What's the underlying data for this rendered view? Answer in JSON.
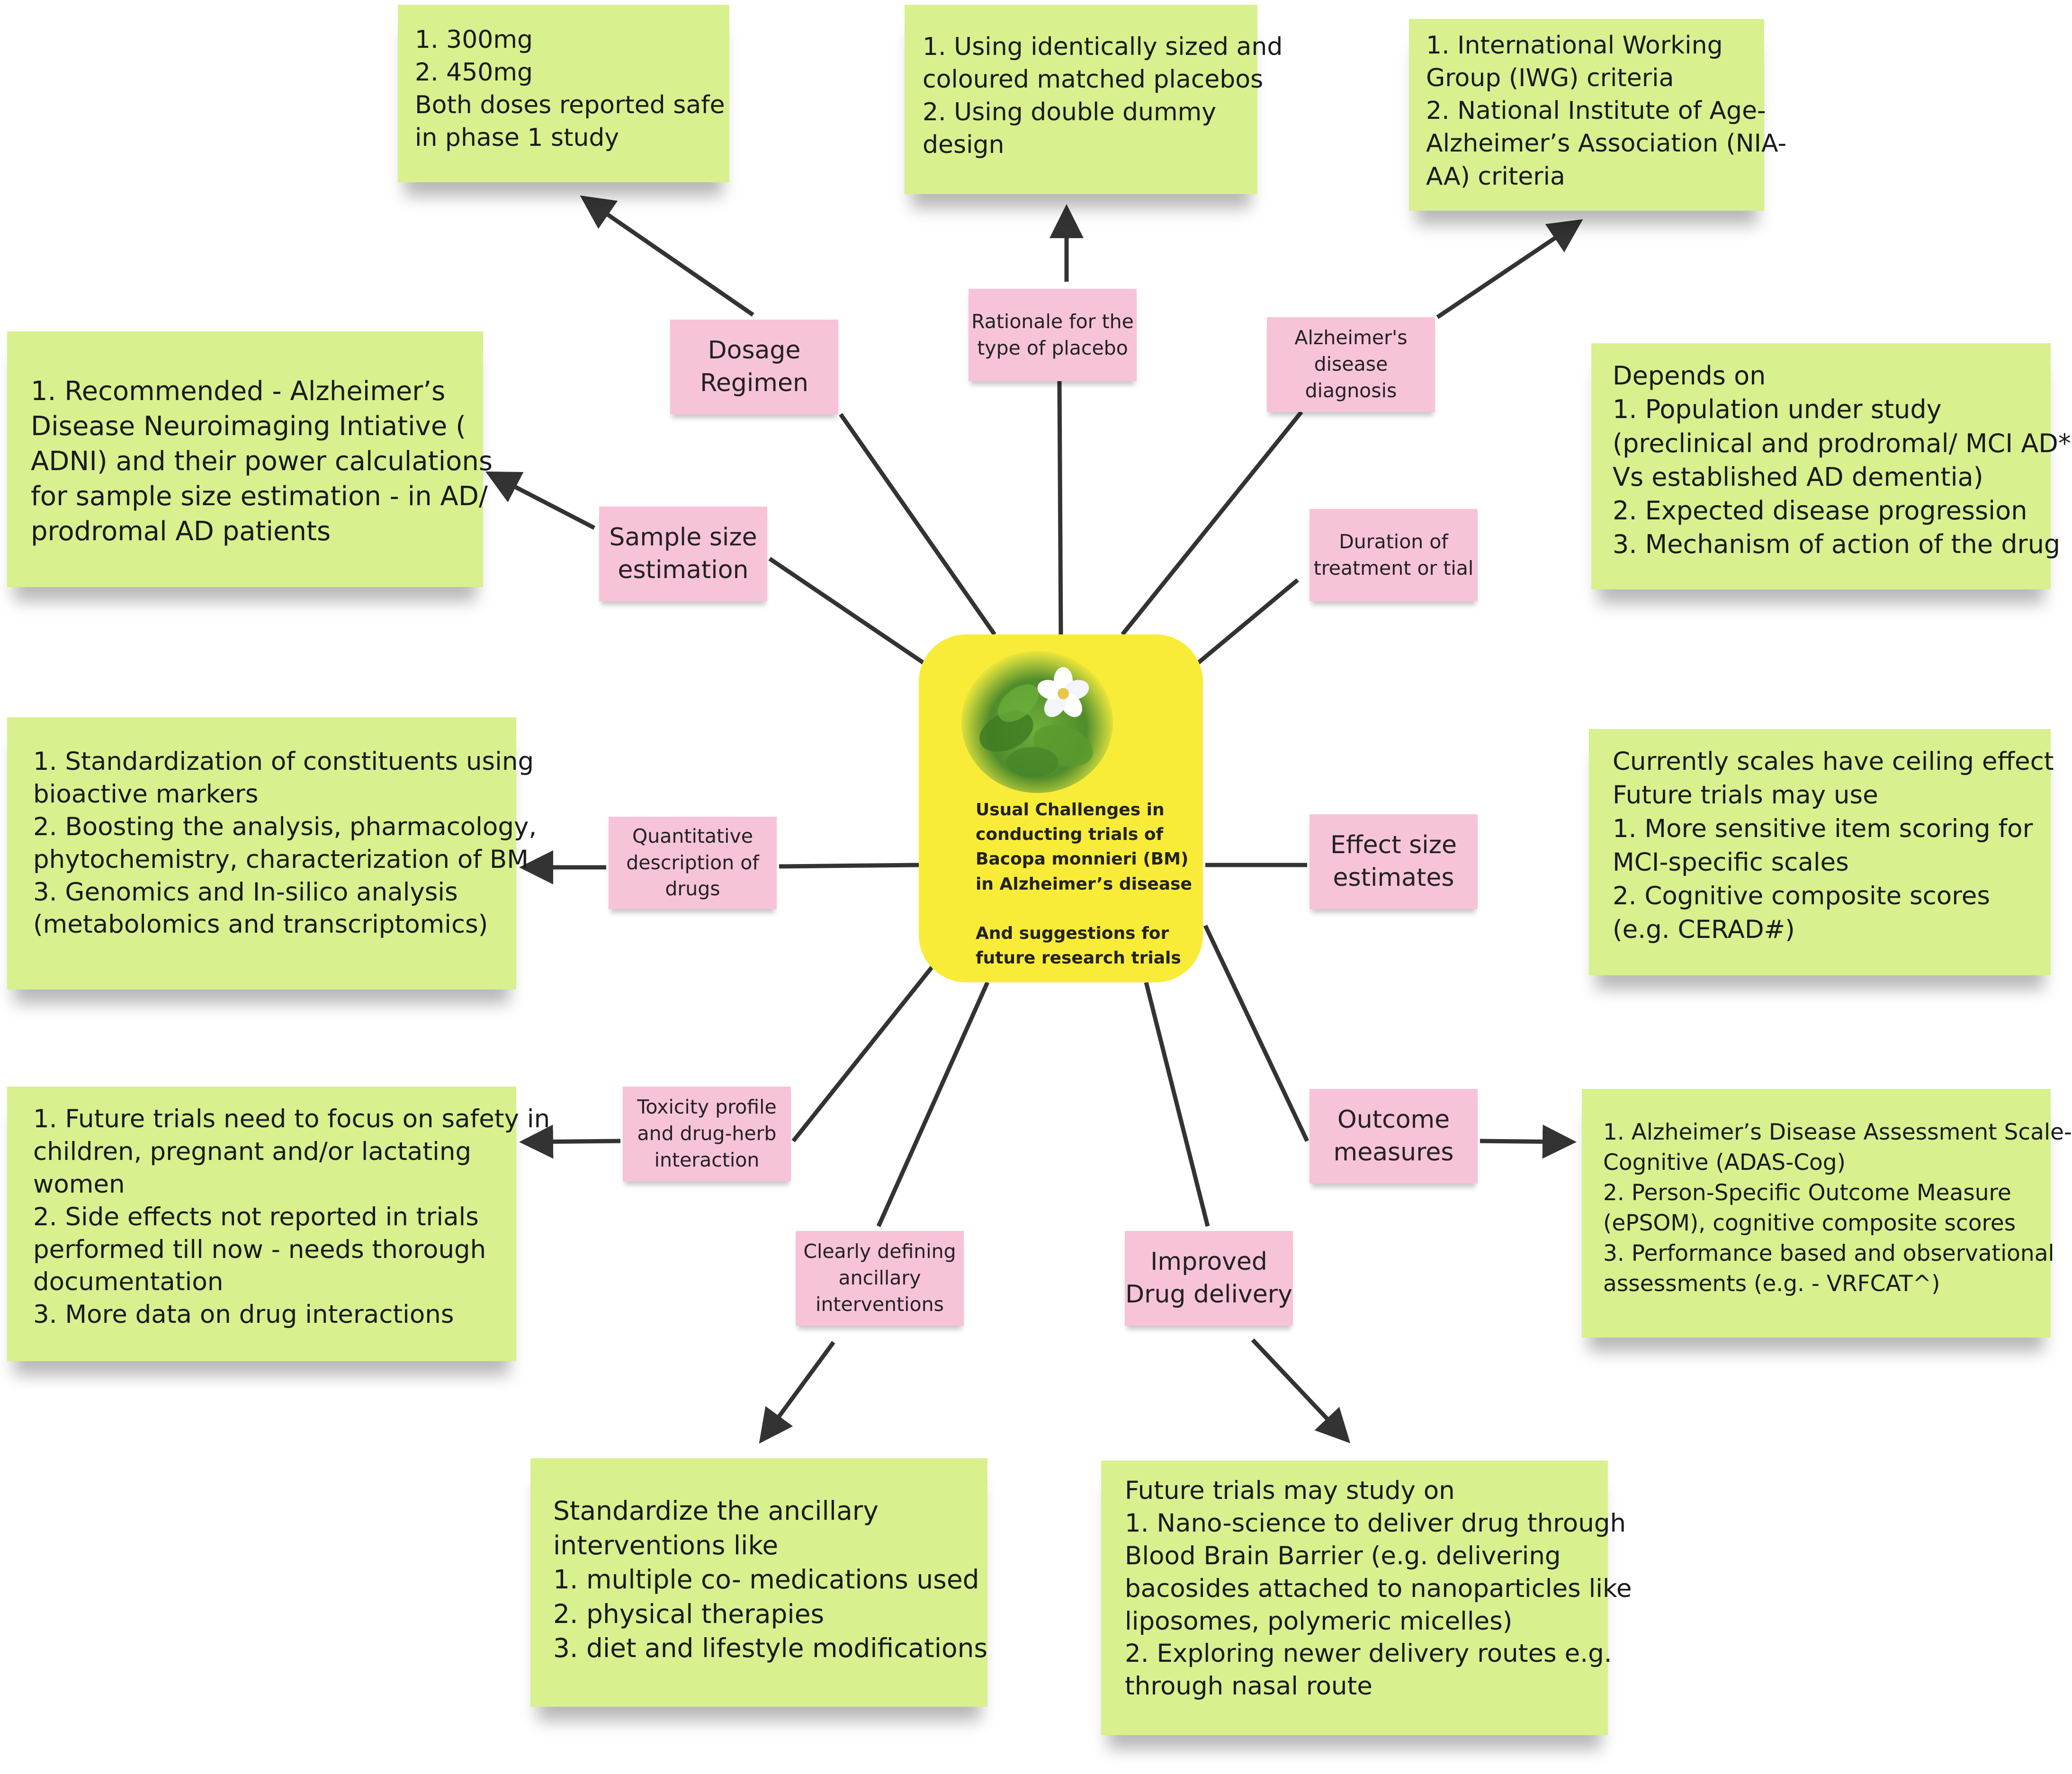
{
  "center": {
    "title_lines": [
      "Usual Challenges in",
      "conducting trials of",
      "Bacopa  monnieri (BM)",
      "in Alzheimer’s disease"
    ],
    "subtitle_lines": [
      "And suggestions for",
      "future research trials"
    ]
  },
  "topics": {
    "dosage_regimen": [
      "Dosage",
      "Regimen"
    ],
    "placebo_rationale": [
      "Rationale for the",
      "type of placebo"
    ],
    "ad_diagnosis": [
      "Alzheimer's",
      "disease",
      "diagnosis"
    ],
    "sample_size": [
      "Sample size",
      "estimation"
    ],
    "duration": [
      "Duration of",
      "treatment or tial"
    ],
    "quantitative_description": [
      "Quantitative",
      "description of",
      "drugs"
    ],
    "effect_size": [
      "Effect size",
      "estimates"
    ],
    "toxicity_profile": [
      "Toxicity profile",
      "and drug-herb",
      "interaction"
    ],
    "outcome_measures": [
      "Outcome",
      "measures"
    ],
    "ancillary_interventions": [
      "Clearly defining",
      "ancillary",
      "interventions"
    ],
    "drug_delivery": [
      "Improved",
      "Drug delivery"
    ]
  },
  "notes": {
    "dosage": [
      "1. 300mg",
      "2. 450mg",
      "Both doses reported safe",
      "in phase 1 study"
    ],
    "placebo": [
      "1. Using identically sized and",
      "coloured matched placebos",
      "2. Using double dummy",
      "design"
    ],
    "diagnosis": [
      "1. International Working",
      "Group (IWG) criteria",
      "2. National Institute of Age-",
      "Alzheimer’s Association (NIA-",
      "AA) criteria"
    ],
    "sample_size": [
      "1. Recommended - Alzheimer’s",
      "Disease Neuroimaging Intiative (",
      "ADNI) and their power calculations",
      "for sample size estimation - in AD/",
      "prodromal AD patients"
    ],
    "duration": [
      "Depends on",
      "1. Population under study",
      "(preclinical and prodromal/ MCI AD*",
      "Vs established AD dementia)",
      "2. Expected disease progression",
      "3. Mechanism of action of the drug"
    ],
    "quantitative": [
      "1. Standardization of constituents using",
      "bioactive markers",
      "2. Boosting the analysis, pharmacology,",
      "phytochemistry,  characterization of BM",
      "3. Genomics and In-silico analysis",
      "(metabolomics and transcriptomics)"
    ],
    "effect_size": [
      "Currently  scales have ceiling effect",
      "Future trials may use",
      "1. More sensitive item scoring for",
      "MCI-specific scales",
      "2. Cognitive composite scores",
      "(e.g. CERAD#)"
    ],
    "toxicity": [
      "1. Future trials need to focus on safety in",
      "children, pregnant and/or lactating",
      "women",
      "2. Side effects not reported in trials",
      "performed till now - needs thorough",
      "documentation",
      "3. More data on drug interactions"
    ],
    "outcome": [
      "1. Alzheimer’s Disease Assessment Scale-",
      "Cognitive (ADAS-Cog)",
      "2. Person-Specific Outcome Measure",
      "(ePSOM), cognitive composite scores",
      "3. Performance based and observational",
      "assessments (e.g. - VRFCAT^)"
    ],
    "ancillary": [
      "Standardize the ancillary",
      "interventions like",
      "1. multiple co- medications used",
      "2. physical therapies",
      "3. diet and lifestyle modifications"
    ],
    "drug_delivery": [
      "Future trials may study on",
      "1. Nano-science to deliver drug through",
      "Blood Brain Barrier (e.g. delivering",
      "bacosides attached to nanoparticles like",
      "liposomes, polymeric micelles)",
      "2. Exploring newer delivery routes e.g.",
      "through nasal route"
    ]
  },
  "colors": {
    "note_green": "#d8f08e",
    "topic_pink": "#f7c3d8",
    "center_yellow": "#f8ec38",
    "connector": "#333333"
  }
}
